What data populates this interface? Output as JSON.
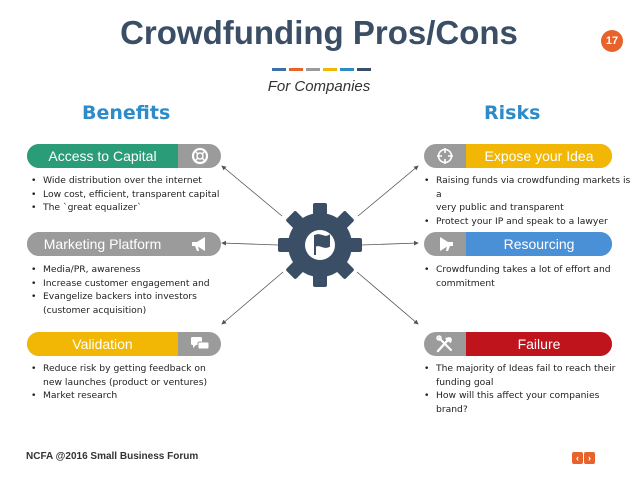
{
  "title": "Crowdfunding Pros/Cons",
  "page_number": "17",
  "subtitle": "For Companies",
  "benefits": {
    "heading": "Benefits",
    "items": [
      {
        "label": "Access to Capital",
        "color": "#2a9d78",
        "icon": "lifebuoy-icon",
        "bullets": [
          "Wide distribution over the internet",
          "Low cost, efficient, transparent capital",
          "The `great equalizer`"
        ]
      },
      {
        "label": "Marketing Platform",
        "color": "#9b9b9b",
        "icon": "megaphone-icon",
        "bullets": [
          "Media/PR, awareness",
          "Increase customer engagement and",
          "Evangelize backers into investors",
          "(customer acquisition)"
        ]
      },
      {
        "label": "Validation",
        "color": "#f2b705",
        "icon": "chat-bubbles-icon",
        "bullets": [
          "Reduce risk by getting feedback on",
          "new launches (product or ventures)",
          "Market research"
        ]
      }
    ]
  },
  "risks": {
    "heading": "Risks",
    "items": [
      {
        "label": "Expose your Idea",
        "color": "#f2b705",
        "icon": "crosshair-icon",
        "bullets": [
          "Raising funds via crowdfunding markets is a",
          "very public and transparent",
          "Protect your IP and speak to a lawyer"
        ]
      },
      {
        "label": "Resourcing",
        "color": "#4a90d6",
        "icon": "megaphone-icon",
        "bullets": [
          "Crowdfunding takes a lot of effort and",
          "commitment"
        ]
      },
      {
        "label": "Failure",
        "color": "#c0141d",
        "icon": "tools-icon",
        "bullets": [
          "The majority of Ideas fail to reach their",
          "funding goal",
          "How will this affect your companies",
          "brand?"
        ]
      }
    ]
  },
  "center_icon": "gear-flag-icon",
  "accent_colors": [
    "#3a6fa8",
    "#e8632b",
    "#9b9b9b",
    "#f2b705",
    "#2d8bc9",
    "#3a4e66"
  ],
  "footer": "NCFA @2016 Small Business Forum",
  "nav": {
    "prev": "‹",
    "next": "›"
  }
}
